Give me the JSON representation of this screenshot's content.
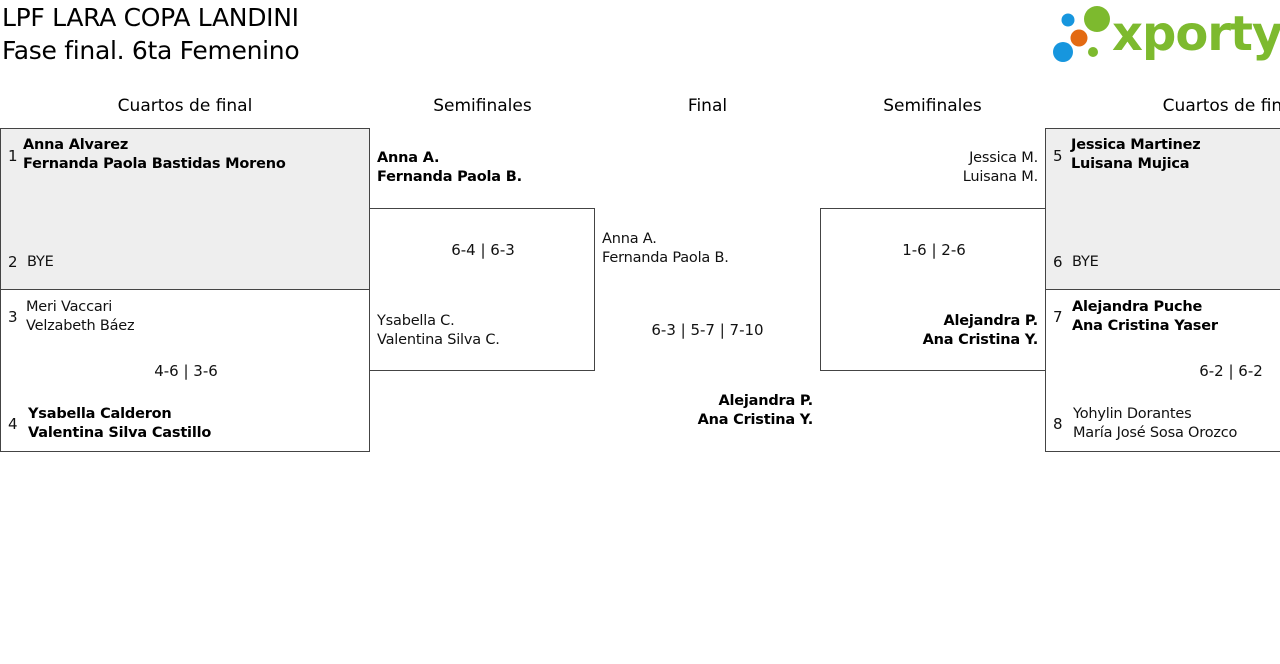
{
  "header": {
    "title_line1": "LPF LARA COPA LANDINI",
    "title_line2": "Fase final. 6ta Femenino"
  },
  "logo": {
    "text": "xporty",
    "colors": {
      "green": "#7dba2e",
      "orange": "#e36a12",
      "blue": "#1796de"
    }
  },
  "rounds": {
    "left_qf": "Cuartos de final",
    "left_sf": "Semifinales",
    "final": "Final",
    "right_sf": "Semifinales",
    "right_qf": "Cuartos de final"
  },
  "left_qf": {
    "match1": {
      "seed_a": "1",
      "a_line1": "Anna Alvarez",
      "a_line2": "Fernanda Paola Bastidas Moreno",
      "seed_b": "2",
      "b_line1": "BYE"
    },
    "match2": {
      "seed_a": "3",
      "a_line1": "Meri Vaccari",
      "a_line2": "Velzabeth Báez",
      "score": "4-6 | 3-6",
      "seed_b": "4",
      "b_line1": "Ysabella Calderon",
      "b_line2": "Valentina Silva Castillo"
    }
  },
  "left_sf": {
    "a_line1": "Anna A.",
    "a_line2": "Fernanda Paola B.",
    "score": "6-4 | 6-3",
    "b_line1": "Ysabella C.",
    "b_line2": "Valentina Silva C."
  },
  "final": {
    "a_line1": "Anna A.",
    "a_line2": "Fernanda Paola B.",
    "score": "6-3 | 5-7 | 7-10",
    "b_line1": "Alejandra P.",
    "b_line2": "Ana Cristina Y."
  },
  "right_sf": {
    "a_line1": "Jessica M.",
    "a_line2": "Luisana M.",
    "score": "1-6 | 2-6",
    "b_line1": "Alejandra P.",
    "b_line2": "Ana Cristina Y."
  },
  "right_qf": {
    "match1": {
      "seed_a": "5",
      "a_line1": "Jessica Martinez",
      "a_line2": "Luisana Mujica",
      "seed_b": "6",
      "b_line1": "BYE"
    },
    "match2": {
      "seed_a": "7",
      "a_line1": "Alejandra Puche",
      "a_line2": "Ana Cristina Yaser",
      "score": "6-2 | 6-2",
      "seed_b": "8",
      "b_line1": "Yohylin Dorantes",
      "b_line2": "María José Sosa Orozco"
    }
  }
}
